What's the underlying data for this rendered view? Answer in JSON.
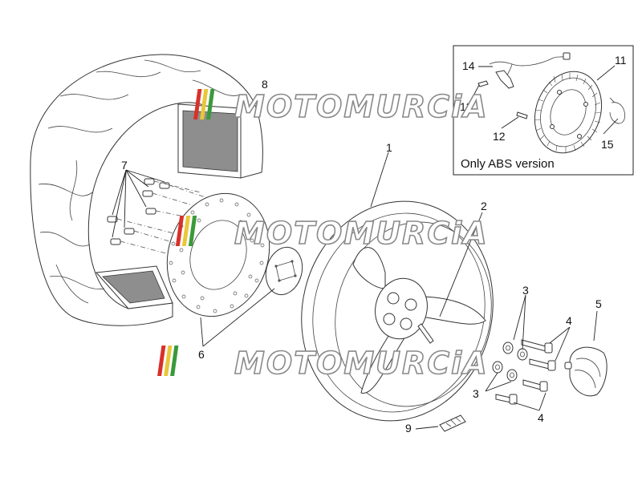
{
  "diagram": {
    "callouts": {
      "c1": "1",
      "c2": "2",
      "c3a": "3",
      "c3b": "3",
      "c4a": "4",
      "c4b": "4",
      "c5": "5",
      "c6": "6",
      "c7": "7",
      "c8": "8",
      "c9": "9",
      "c11": "11",
      "c12": "12",
      "c13": "13",
      "c14": "14",
      "c15": "15"
    },
    "abs_inset_caption": "Only ABS version",
    "watermark": "MOTOMURCiA",
    "colors": {
      "watermark_red": "#d9302a",
      "watermark_yellow": "#e9c73a",
      "watermark_green": "#3a9a3a",
      "line": "#333333"
    }
  }
}
